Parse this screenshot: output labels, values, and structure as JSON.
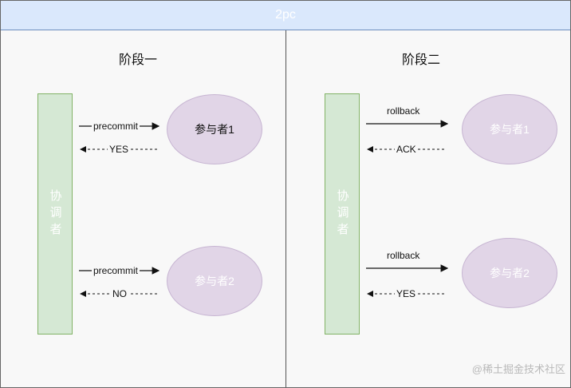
{
  "title": "2pc",
  "phase1": {
    "title": "阶段一",
    "coordinator": "协调者",
    "participant1": "参与者1",
    "participant2": "参与者2",
    "req1": "precommit",
    "resp1": "YES",
    "req2": "precommit",
    "resp2": "NO"
  },
  "phase2": {
    "title": "阶段二",
    "coordinator": "协调者",
    "participant1": "参与者1",
    "participant2": "参与者2",
    "req1": "rollback",
    "resp1": "ACK",
    "req2": "rollback",
    "resp2": "YES"
  },
  "watermark": "@稀土掘金技术社区",
  "colors": {
    "title_bg": "#dae8fc",
    "coordinator_bg": "#d5e8d4",
    "participant_bg": "#e1d5e7"
  }
}
